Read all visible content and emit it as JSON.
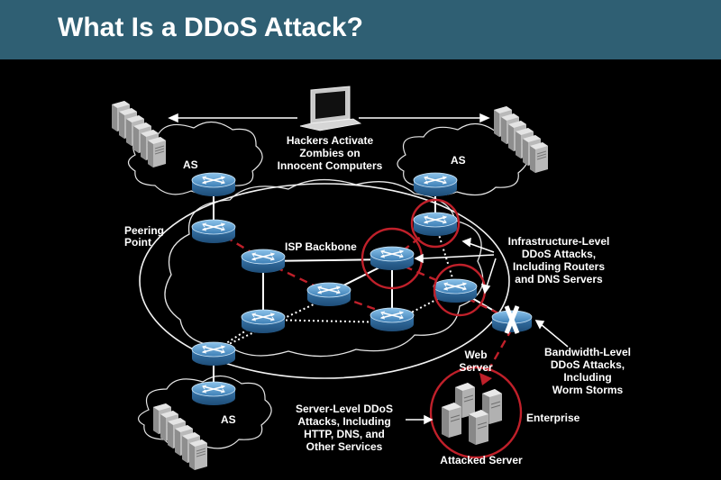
{
  "title": "What Is a DDoS Attack?",
  "labels": {
    "as_left": "AS",
    "as_right": "AS",
    "as_bottom": "AS",
    "peering_point_1": "Peering",
    "peering_point_2": "Point",
    "isp_backbone": "ISP Backbone",
    "hackers_1": "Hackers Activate",
    "hackers_2": "Zombies on",
    "hackers_3": "Innocent Computers",
    "infra_1": "Infrastructure-Level",
    "infra_2": "DDoS Attacks,",
    "infra_3": "Including Routers",
    "infra_4": "and DNS Servers",
    "bandwidth_1": "Bandwidth-Level",
    "bandwidth_2": "DDoS Attacks,",
    "bandwidth_3": "Including",
    "bandwidth_4": "Worm Storms",
    "web_server_1": "Web",
    "web_server_2": "Server",
    "server_level_1": "Server-Level DDoS",
    "server_level_2": "Attacks, Including",
    "server_level_3": "HTTP, DNS, and",
    "server_level_4": "Other Services",
    "enterprise": "Enterprise",
    "attacked_server": "Attacked Server"
  },
  "icons": [
    "laptop-icon",
    "server-stack-icon",
    "router-icon",
    "firewall-icon"
  ],
  "colors": {
    "title_bar": "#2f5f73",
    "attack_path": "#c0202a",
    "router": "#4a90c8",
    "highlight_circle": "#c0202a"
  }
}
